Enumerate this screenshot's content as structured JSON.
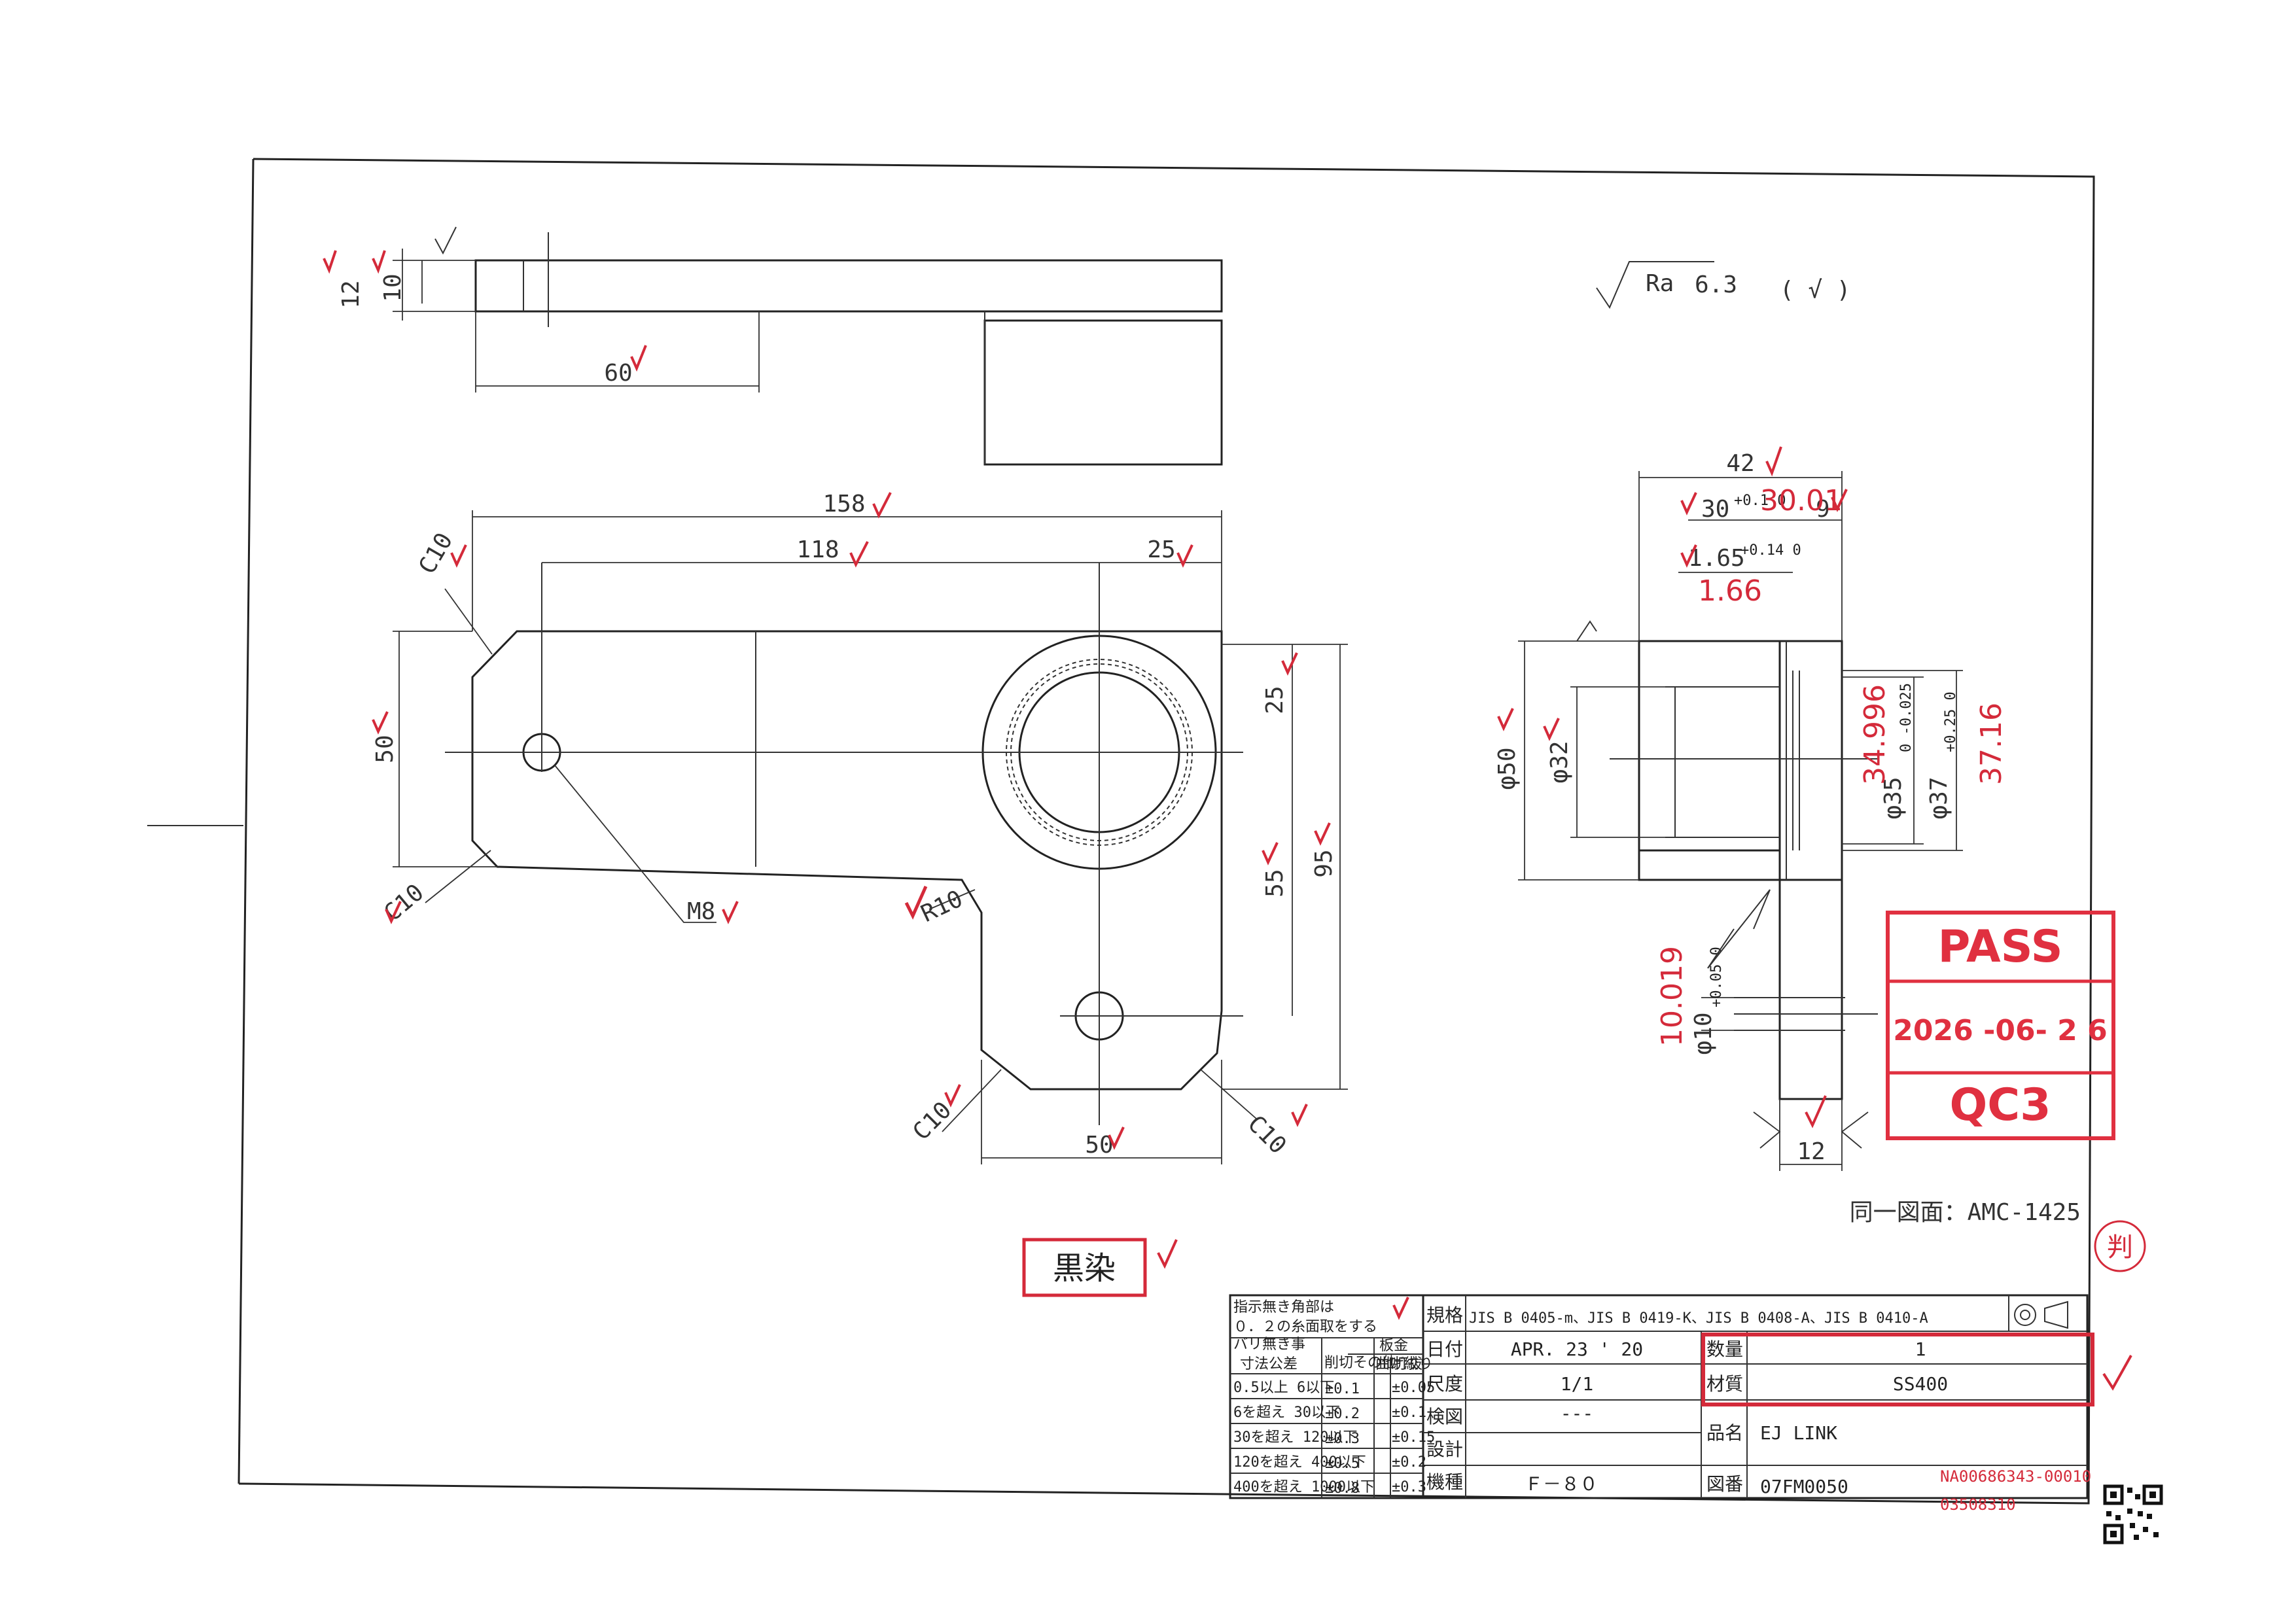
{
  "surface_finish": {
    "symbol": "Ra",
    "value": "6.3",
    "paren": "( √ )"
  },
  "top_view": {
    "dim_12": "12",
    "dim_10": "10",
    "dim_60": "60"
  },
  "front_view": {
    "dim_158": "158",
    "dim_118": "118",
    "dim_25_top": "25",
    "dim_50_left": "50",
    "dim_25_right": "25",
    "dim_55": "55",
    "dim_95": "95",
    "dim_50_bottom": "50",
    "c10_tl": "C10",
    "c10_bl": "C10",
    "c10_br1": "C10",
    "c10_br2": "C10",
    "m8": "M8",
    "r10": "R10"
  },
  "side_view": {
    "dim_42": "42",
    "dim_30": "30",
    "dim_30_tol": "+0.1 0",
    "dim_30_meas": "30.01",
    "dim_9": "9",
    "dim_165": "1.65",
    "dim_165_tol": "+0.14 0",
    "dim_165_meas": "1.66",
    "dim_phi50": "φ50",
    "dim_phi32": "φ32",
    "dim_phi35": "φ35",
    "dim_phi35_tol": "0 -0.025",
    "dim_phi35_meas": "34.996",
    "dim_phi37": "φ37",
    "dim_phi37_tol": "+0.25 0",
    "dim_phi37_meas": "37.16",
    "dim_phi10": "φ10",
    "dim_phi10_tol": "+0.05 0",
    "dim_phi10_meas": "10.019",
    "dim_12": "12"
  },
  "same_drawing": "同一図面：AMC-1425",
  "black_dye": "黒染",
  "stamp": {
    "pass": "PASS",
    "date": "2026 -06- 2 6",
    "qc": "QC3"
  },
  "circle_mark": "判",
  "title_block": {
    "note_line1": "指示無き角部は",
    "note_line2": "０．２の糸面取をする",
    "tol_header": "寸法公差",
    "tol_header2": "バリ無き事",
    "tol_col_a": "削切その他",
    "tol_col_b": "板金",
    "tol_col_b1": "曲げ絞り",
    "tol_col_b2": "打拔",
    "tol_rows": [
      {
        "range": "0.5以上 6以下",
        "a": "±0.1",
        "b": "±0.05"
      },
      {
        "range": "6を超え 30以下",
        "a": "±0.2",
        "b": "±0.1"
      },
      {
        "range": "30を超え 120以下",
        "a": "±0.3",
        "b": "±0.15"
      },
      {
        "range": "120を超え 400以下",
        "a": "±0.5",
        "b": "±0.2"
      },
      {
        "range": "400を超え 1000以下",
        "a": "±0.8",
        "b": "±0.3"
      }
    ],
    "standard_label": "規格",
    "standard_value": "JIS B 0405-m、JIS B 0419-K、JIS B 0408-A、JIS B 0410-A",
    "date_label": "日付",
    "date_value": "APR. 23 ' 20",
    "scale_label": "尺度",
    "scale_value": "1/1",
    "check_label": "検図",
    "check_value": "---",
    "design_label": "設計",
    "machine_label": "機種",
    "machine_value": "Ｆ－８０",
    "qty_label": "数量",
    "qty_value": "1",
    "material_label": "材質",
    "material_value": "SS400",
    "name_label": "品名",
    "name_value": "EJ LINK",
    "dwg_label": "図番",
    "dwg_value": "07FM0050"
  },
  "doc_id_1": "NA00686343-00010",
  "doc_id_2": "03508310"
}
